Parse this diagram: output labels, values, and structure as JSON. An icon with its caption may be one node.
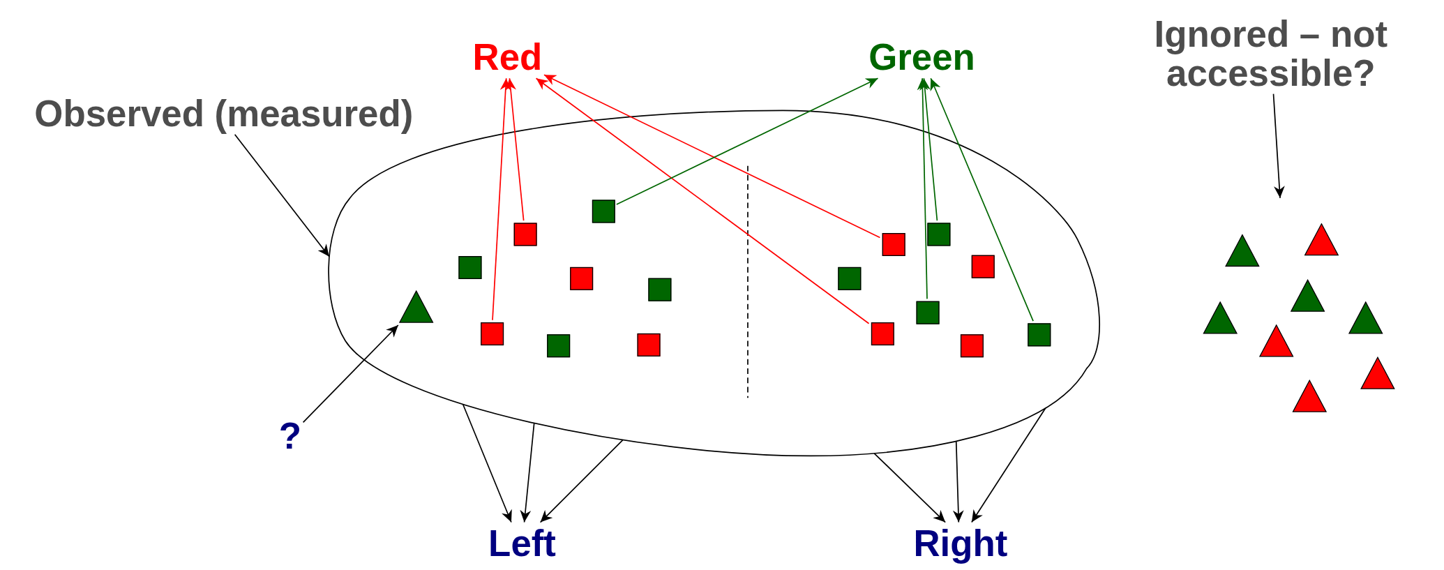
{
  "diagram": {
    "nodes": [
      {
        "text": [
          "Red"
        ]
      },
      {
        "text": [
          "Green"
        ]
      },
      {
        "text": [
          "Ignored – not accessible?"
        ]
      },
      {
        "text": [
          "Observed (measured)"
        ]
      },
      {
        "text": [],
        "shape": "ellipse"
      },
      {
        "text": [],
        "shape": "triangle",
        "in": 4
      },
      {
        "text": [],
        "shape": "box",
        "in": 4
      },
      {
        "text": [],
        "shape": "box",
        "in": 4
      },
      {
        "text": [],
        "shape": "box",
        "in": 4
      },
      {
        "text": [],
        "shape": "box",
        "in": 4
      },
      {
        "text": [],
        "shape": "box",
        "in": 4
      },
      {
        "text": [],
        "shape": "box",
        "in": 4
      },
      {
        "text": [],
        "shape": "box",
        "in": 4
      },
      {
        "text": [],
        "shape": "box",
        "in": 4
      },
      {
        "text": [],
        "shape": "box",
        "in": 4
      },
      {
        "text": [],
        "shape": "box",
        "in": 4
      },
      {
        "text": [],
        "shape": "box",
        "in": 4
      },
      {
        "text": [],
        "shape": "box",
        "in": 4
      },
      {
        "text": [],
        "shape": "box",
        "in": 4
      },
      {
        "text": [],
        "shape": "box",
        "in": 4
      },
      {
        "text": [],
        "shape": "box",
        "in": 4
      },
      {
        "text": [],
        "shape": "box",
        "in": 4
      },
      {
        "text": [
          "?"
        ]
      },
      {
        "text": [],
        "shape": "triangle"
      },
      {
        "text": [],
        "shape": "triangle"
      },
      {
        "text": [],
        "shape": "triangle"
      },
      {
        "text": [],
        "shape": "triangle"
      },
      {
        "text": [],
        "shape": "triangle"
      },
      {
        "text": [],
        "shape": "triangle"
      },
      {
        "text": [],
        "shape": "triangle"
      },
      {
        "text": [],
        "shape": "triangle"
      },
      {
        "text": [
          "Left"
        ]
      },
      {
        "text": [
          "Right"
        ]
      }
    ],
    "edges": [
      {
        "from": 11,
        "to": 0,
        "arrow": "to",
        "color": "#ff0000"
      },
      {
        "from": 6,
        "to": 0,
        "arrow": "to",
        "color": "#ff0000"
      },
      {
        "from": 19,
        "to": 0,
        "arrow": "to",
        "color": "#ff0000"
      },
      {
        "from": 14,
        "to": 0,
        "arrow": "to",
        "color": "#ff0000"
      },
      {
        "from": 7,
        "to": 1,
        "arrow": "to",
        "color": "#006600"
      },
      {
        "from": 18,
        "to": 1,
        "arrow": "to",
        "color": "#006600"
      },
      {
        "from": 15,
        "to": 1,
        "arrow": "to",
        "color": "#006600"
      },
      {
        "from": 21,
        "to": 1,
        "arrow": "to",
        "color": "#006600"
      },
      {
        "from": 3,
        "to": 4,
        "arrow": "to"
      },
      {
        "from": 22,
        "to": 5,
        "arrow": "to"
      },
      {
        "from": 2,
        "to": null,
        "arrow": "to"
      },
      {
        "from": 4,
        "to": 31,
        "arrow": "to"
      },
      {
        "from": 4,
        "to": 31,
        "arrow": "to"
      },
      {
        "from": 4,
        "to": 31,
        "arrow": "to"
      },
      {
        "from": 4,
        "to": 32,
        "arrow": "to"
      },
      {
        "from": 4,
        "to": 32,
        "arrow": "to"
      },
      {
        "from": 4,
        "to": 32,
        "arrow": "to"
      }
    ]
  }
}
